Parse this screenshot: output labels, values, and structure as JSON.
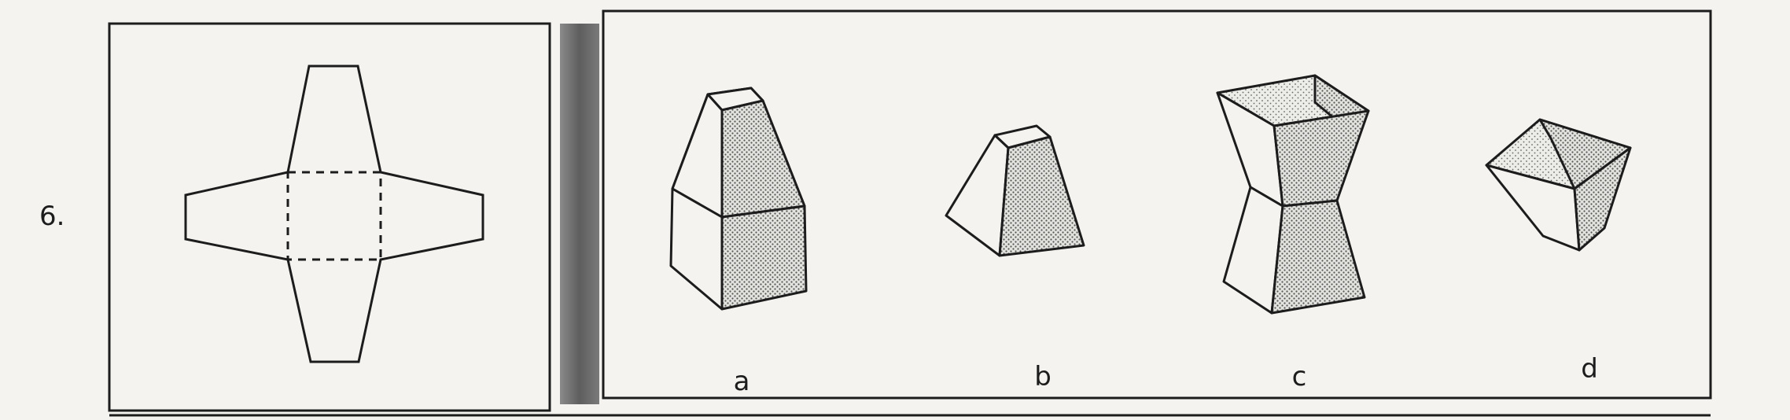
{
  "question": {
    "number": "6."
  },
  "options": [
    {
      "label": "a"
    },
    {
      "label": "b"
    },
    {
      "label": "c"
    },
    {
      "label": "d"
    }
  ],
  "colors": {
    "paper": "#f4f3ef",
    "ink": "#1c1c1c",
    "divider_bar": "#6b6b6b",
    "shading": "#b8b8b8"
  }
}
